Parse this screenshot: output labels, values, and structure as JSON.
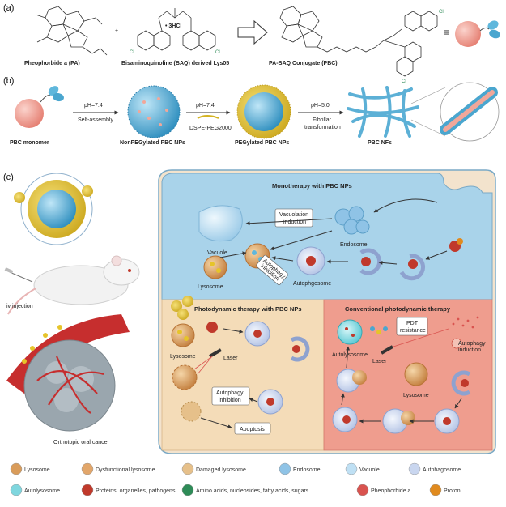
{
  "panels": {
    "a": "(a)",
    "b": "(b)",
    "c": "(c)"
  },
  "row_a": {
    "pa_label": "Pheophorbide a (PA)",
    "plus": "+",
    "baq_label": "Bisaminoquinoline (BAQ) derived Lys05",
    "hcl": "• 3HCl",
    "pbc_label": "PA-BAQ Conjugate (PBC)",
    "equiv": "≡"
  },
  "row_b": {
    "step1_top": "pH=7.4",
    "step1_bottom": "Self-assembly",
    "step2_top": "pH=7.4",
    "step2_bottom": "DSPE-PEG2000",
    "step3_top": "pH=5.0",
    "step3_bottom1": "Fibrillar",
    "step3_bottom2": "transformation",
    "monomer": "PBC monomer",
    "nonpeg": "NonPEGylated PBC NPs",
    "peg": "PEGylated PBC NPs",
    "nfs": "PBC NFs"
  },
  "row_c": {
    "iv": "iv injection",
    "cancer": "Orthotopic oral cancer",
    "mono_title": "Monotherapy with PBC NPs",
    "vacuolation1": "Vacuolation",
    "vacuolation2": "induction",
    "vacuole": "Vacuole",
    "endosome": "Endosome",
    "lysosome": "Lysosome",
    "autoph_inh1": "Autophagy",
    "autoph_inh2": "inhibition",
    "autophagosome": "Autophgosome",
    "pdt_title": "Photodynamic therapy with PBC NPs",
    "laser": "Laser",
    "apoptosis": "Apoptosis",
    "conv_title": "Conventional photodynamic therapy",
    "pdt_res1": "PDT",
    "pdt_res2": "resistance",
    "autolysosome": "Autolysosome",
    "autoph_ind1": "Autophagy",
    "autoph_ind2": "induction"
  },
  "legend": [
    {
      "label": "Lysosome",
      "icon": "lysosome-icon",
      "color": "#d99c5a"
    },
    {
      "label": "Dysfunctional lysosome",
      "icon": "dysfunctional-lysosome-icon",
      "color": "#e2a66a"
    },
    {
      "label": "Damaged lysosome",
      "icon": "damaged-lysosome-icon",
      "color": "#e6c08a"
    },
    {
      "label": "Endosome",
      "icon": "endosome-icon",
      "color": "#8fc3e6"
    },
    {
      "label": "Vacuole",
      "icon": "vacuole-icon",
      "color": "#bfe0f4"
    },
    {
      "label": "Autphagosome",
      "icon": "autophagosome-icon",
      "color": "#c9d6ef"
    },
    {
      "label": "Autolysosome",
      "icon": "autolysosome-icon",
      "color": "#7fd6de"
    },
    {
      "label": "Proteins, organelles, pathogens",
      "icon": "cargo-icon",
      "color": "#c0392b"
    },
    {
      "label": "Amino acids, nucleosides, fatty acids, sugars",
      "icon": "nutrients-icon",
      "color": "#2e8b57"
    },
    {
      "label": "Pheophorbide a",
      "icon": "pheophorbide-icon",
      "color": "#d9534f"
    },
    {
      "label": "Proton",
      "icon": "proton-icon",
      "color": "#e08a1e"
    }
  ],
  "colors": {
    "mono_bg": "#a9d3ea",
    "pdt_bg": "#f4dcb8",
    "conv_bg": "#ef9d8e",
    "np_blue": "#4aa6cf",
    "np_yellow": "#e6c42a",
    "monomer_pink": "#ee9b90"
  }
}
